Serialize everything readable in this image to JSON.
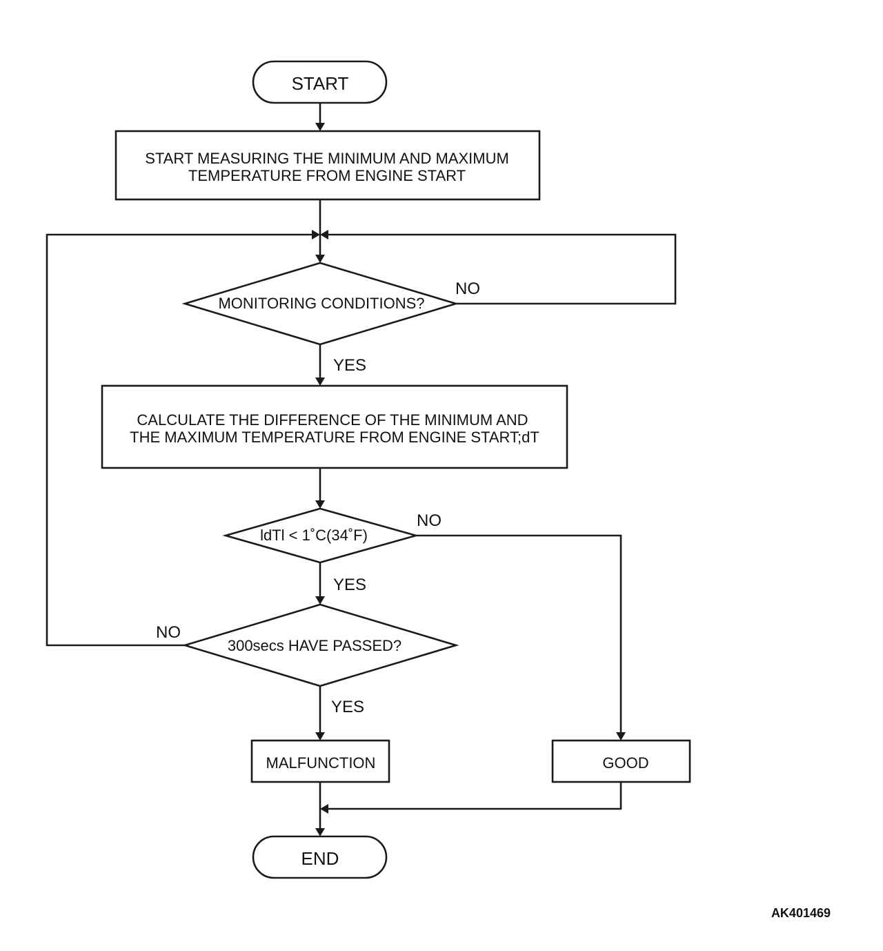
{
  "flowchart": {
    "start_label": "START",
    "step_measure": [
      "START MEASURING THE MINIMUM AND MAXIMUM",
      "TEMPERATURE FROM ENGINE START"
    ],
    "decision_monitoring": "MONITORING CONDITIONS?",
    "step_calculate": [
      "CALCULATE THE DIFFERENCE OF THE MINIMUM AND",
      "THE MAXIMUM TEMPERATURE FROM ENGINE START;dT"
    ],
    "decision_dt": "ldTl < 1˚C(34˚F)",
    "decision_time": "300secs HAVE PASSED?",
    "result_malfunction": "MALFUNCTION",
    "result_good": "GOOD",
    "end_label": "END",
    "branch_no_monitoring": "NO",
    "branch_yes_monitoring": "YES",
    "branch_no_dt": "NO",
    "branch_yes_dt": "YES",
    "branch_no_time": "NO",
    "branch_yes_time": "YES"
  },
  "reference_code": "AK401469"
}
